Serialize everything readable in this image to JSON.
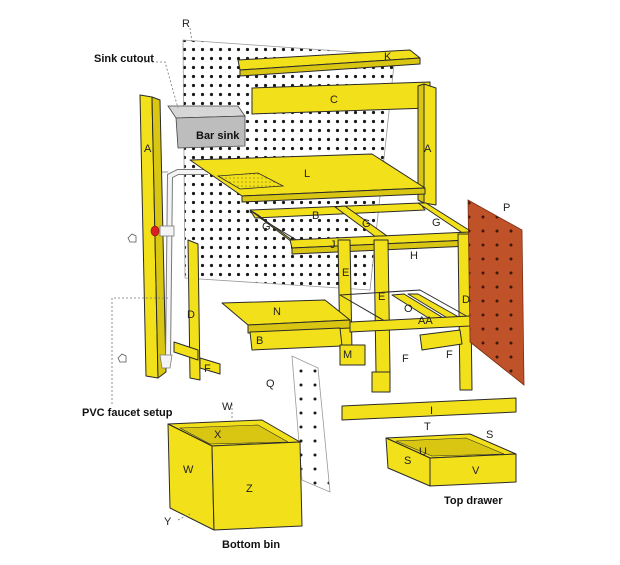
{
  "colors": {
    "wood": "#f2e11a",
    "wood_dark": "#d9c612",
    "pegboard_rust": "#c0522a",
    "sink_gray": "#bdbdbd",
    "pvc_white": "#f4f4f4",
    "valve_red": "#d82020"
  },
  "captions": {
    "sink_cutout": "Sink cutout",
    "bar_sink": "Bar sink",
    "pvc_faucet_setup": "PVC faucet setup",
    "bottom_bin": "Bottom bin",
    "top_drawer": "Top drawer"
  },
  "parts": {
    "R": "R",
    "K": "K",
    "C": "C",
    "A_left": "A",
    "A_right": "A",
    "L": "L",
    "B_top": "B",
    "G_left": "G",
    "G_mid": "G",
    "G_right": "G",
    "J": "J",
    "H": "H",
    "E_left": "E",
    "E_mid": "E",
    "D_left": "D",
    "D_right": "D",
    "P": "P",
    "N": "N",
    "O": "O",
    "AA": "AA",
    "B_bottom": "B",
    "M": "M",
    "F_left": "F",
    "F_mid": "F",
    "F_right": "F",
    "Q": "Q",
    "I": "I",
    "W_top": "W",
    "W_side": "W",
    "X": "X",
    "Z": "Z",
    "Y": "Y",
    "T": "T",
    "S_left": "S",
    "S_right": "S",
    "U": "U",
    "V": "V"
  }
}
